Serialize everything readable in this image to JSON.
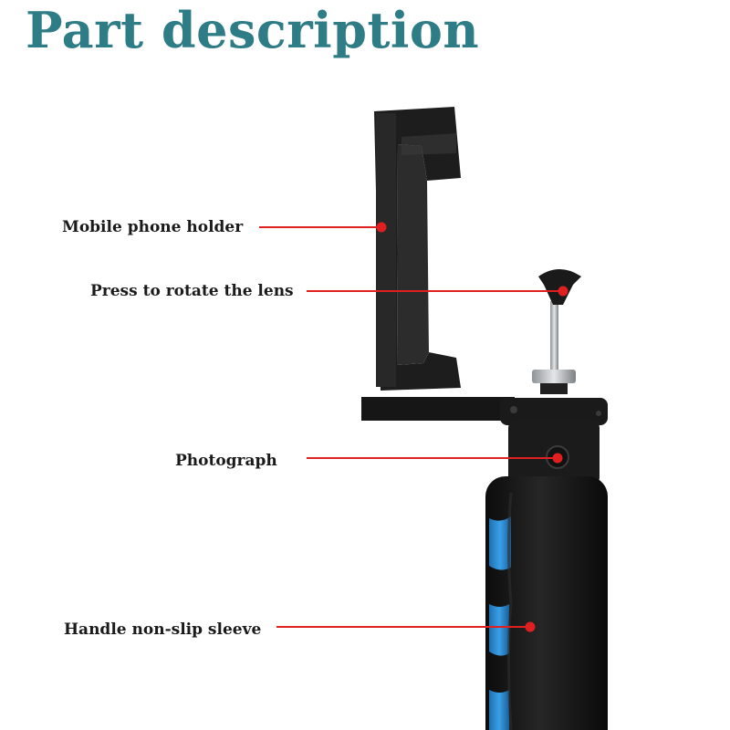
{
  "title": "Part description",
  "colors": {
    "title": "#2e7d86",
    "leader_line": "#e02020",
    "foam": "#151515",
    "foam_insert": "#2b8fd6",
    "metal_black": "#1b1b1b",
    "steel": "#b9bcbf"
  },
  "parts": [
    {
      "label": "Mobile phone holder"
    },
    {
      "label": "Press to rotate the lens"
    },
    {
      "label": "Photograph"
    },
    {
      "label": "Handle non-slip sleeve"
    }
  ]
}
